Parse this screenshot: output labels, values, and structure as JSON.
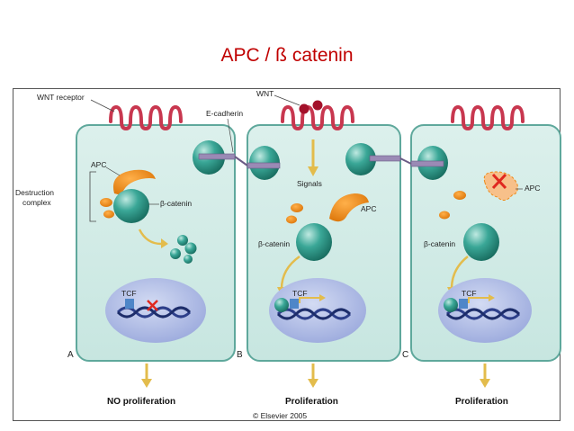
{
  "slide": {
    "title": "APC / ß catenin"
  },
  "labels": {
    "wnt_receptor": "WNT receptor",
    "wnt": "WNT",
    "e_cadherin": "E-cadherin",
    "apc_a": "APC",
    "destruction_line1": "Destruction",
    "destruction_line2": "complex",
    "b_catenin_a": "β-catenin",
    "signals": "Signals",
    "apc_b": "APC",
    "b_catenin_b": "β-catenin",
    "apc_c": "APC",
    "b_catenin_c": "β-catenin",
    "tcf_a": "TCF",
    "tcf_b": "TCF",
    "tcf_c": "TCF",
    "panel_a": "A",
    "panel_b": "B",
    "panel_c": "C",
    "outcome_a": "NO proliferation",
    "outcome_b": "Proliferation",
    "outcome_c": "Proliferation",
    "copyright": "© Elsevier 2005"
  },
  "colors": {
    "title": "#c00000",
    "cell_fill": "#d2ebe7",
    "cell_border": "#5fa89c",
    "nucleus": "#aab6e2",
    "receptor": "#c8374f",
    "wnt_ligand": "#a3112a",
    "beta_catenin": "#2f9d8e",
    "apc": "#ef8a17",
    "cadherin": "#9a8ab5",
    "arrow": "#e3bc4c",
    "inhibit": "#e0281f"
  }
}
